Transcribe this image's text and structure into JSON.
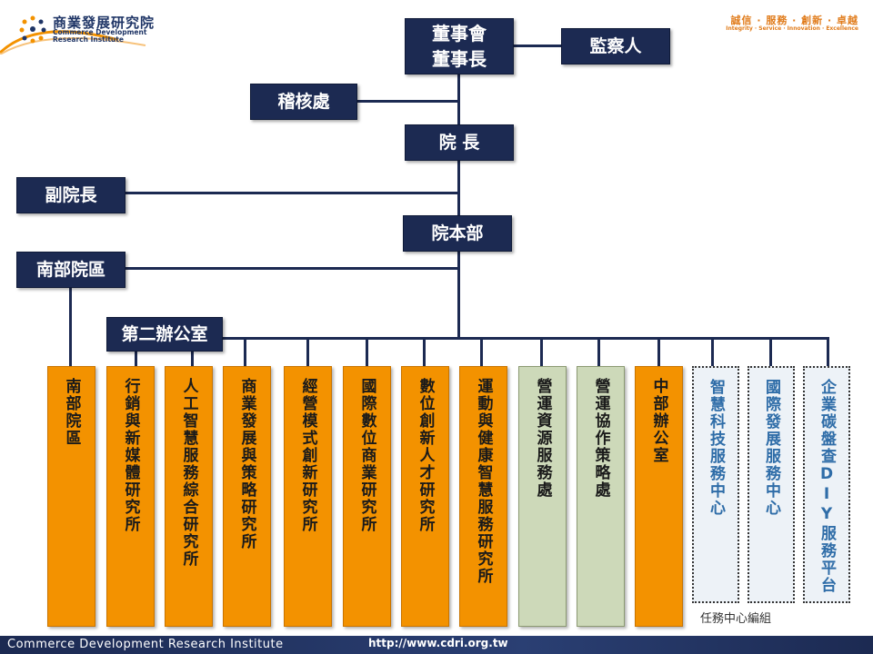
{
  "header": {
    "logo_zh": "商業發展研究院",
    "logo_en": "Commerce Development Research Institute",
    "motto_zh": "誠信 · 服務 · 創新 · 卓越",
    "motto_en": "Integrity · Service · Innovation · Excellence"
  },
  "org": {
    "board": [
      "董事會",
      "董事長"
    ],
    "supervisor": "監察人",
    "audit": "稽核處",
    "president": "院 長",
    "vice_president": "副院長",
    "headquarters": "院本部",
    "south_campus": "南部院區",
    "second_office": "第二辦公室",
    "units": [
      {
        "label": "南部院區",
        "kind": "orange"
      },
      {
        "label": "行銷與新媒體研究所",
        "kind": "orange"
      },
      {
        "label": "人工智慧服務綜合研究所",
        "kind": "orange"
      },
      {
        "label": "商業發展與策略研究所",
        "kind": "orange"
      },
      {
        "label": "經營模式創新研究所",
        "kind": "orange"
      },
      {
        "label": "國際數位商業研究所",
        "kind": "orange"
      },
      {
        "label": "數位創新人才研究所",
        "kind": "orange"
      },
      {
        "label": "運動與健康智慧服務研究所",
        "kind": "orange"
      },
      {
        "label": "營運資源服務處",
        "kind": "green"
      },
      {
        "label": "營運協作策略處",
        "kind": "green"
      },
      {
        "label": "中部辦公室",
        "kind": "orange"
      },
      {
        "label": "智慧科技服務中心",
        "kind": "dotted"
      },
      {
        "label": "國際發展服務中心",
        "kind": "dotted"
      },
      {
        "label": "企業碳盤查DIY服務平台",
        "kind": "dotted"
      }
    ],
    "mission_note": "任務中心編組"
  },
  "footer": {
    "name": "Commerce Development Research Institute",
    "url": "http://www.cdri.org.tw"
  },
  "colors": {
    "navy": "#1c2a52",
    "orange": "#f39200",
    "green": "#cdd9b9",
    "dotted_text": "#2f6da8",
    "accent": "#e07b1a"
  }
}
